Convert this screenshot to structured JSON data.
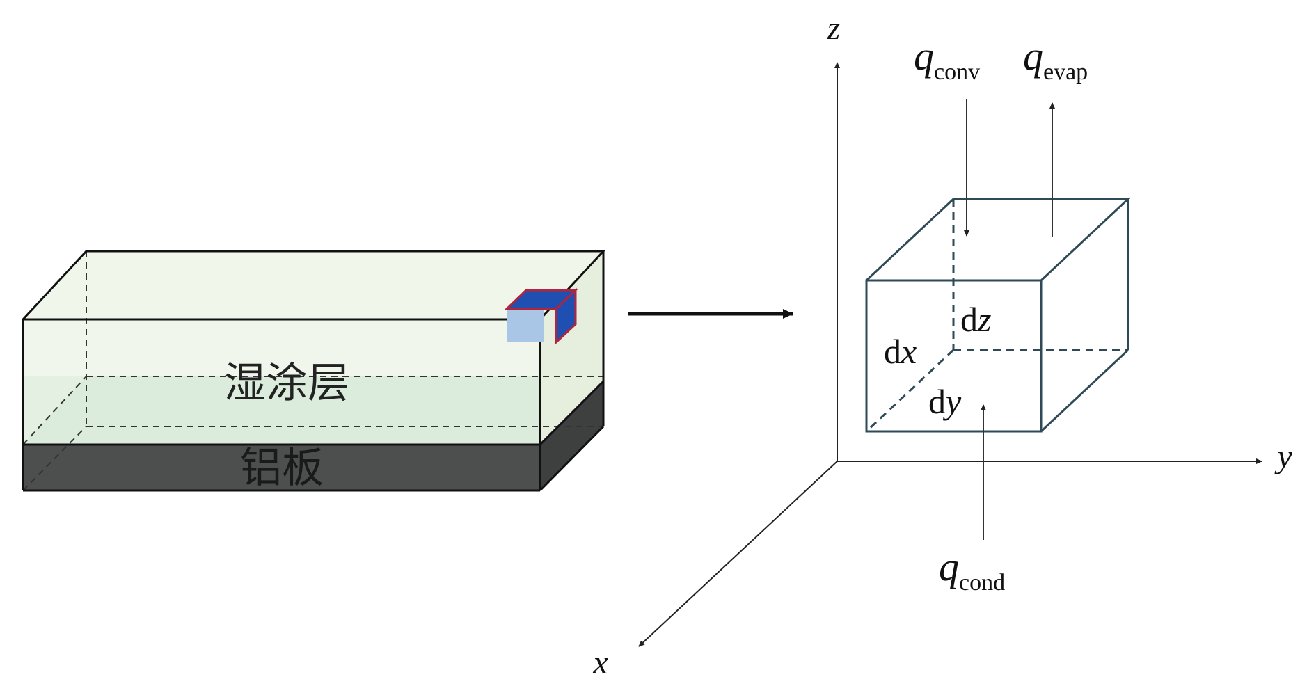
{
  "left_box": {
    "coating_label": "湿涂层",
    "plate_label": "铝板",
    "colors": {
      "coating_fill": "#eef4e8",
      "coating_liquid": "#d8ebd9",
      "plate_fill": "#505252",
      "edge": "#111111",
      "element_blue": "#1f4fb0",
      "element_red": "#b0243c",
      "element_light": "#a9c6e6"
    }
  },
  "axes": {
    "x": "x",
    "y": "y",
    "z": "z"
  },
  "element": {
    "dx_d": "d",
    "dx_var": "x",
    "dy_d": "d",
    "dy_var": "y",
    "dz_d": "d",
    "dz_var": "z",
    "edge_color": "#2f4a57"
  },
  "fluxes": {
    "q_conv_main": "q",
    "q_conv_sub": "conv",
    "q_evap_main": "q",
    "q_evap_sub": "evap",
    "q_cond_main": "q",
    "q_cond_sub": "cond"
  }
}
